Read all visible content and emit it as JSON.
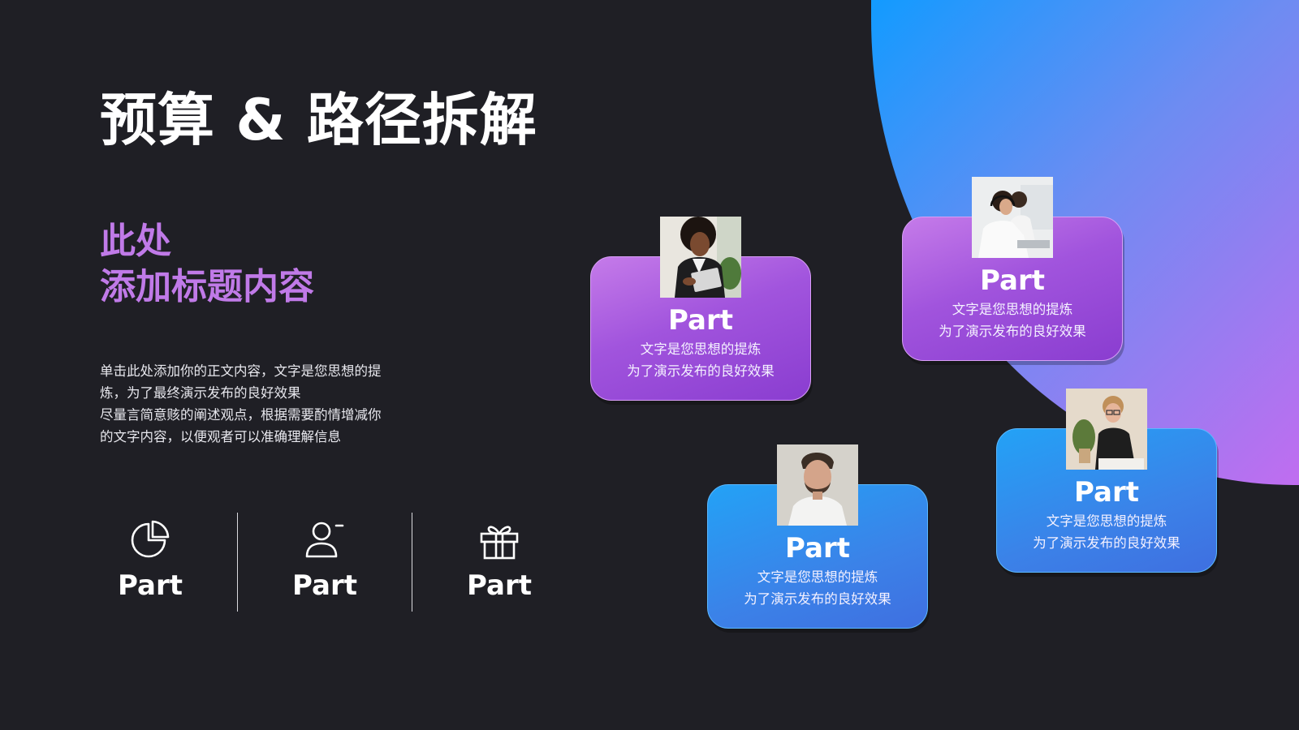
{
  "slide": {
    "title": "预算 & 路径拆解",
    "subtitle": [
      "此处",
      "添加标题内容"
    ],
    "body": [
      "单击此处添加你的正文内容，文字是您思想的提",
      "炼，为了最终演示发布的良好效果",
      "尽量言简意赅的阐述观点，根据需要酌情增减你",
      "的文字内容，以便观者可以准确理解信息"
    ],
    "icons": [
      {
        "icon": "pie-chart-icon",
        "label": "Part"
      },
      {
        "icon": "user-minus-icon",
        "label": "Part"
      },
      {
        "icon": "gift-icon",
        "label": "Part"
      }
    ],
    "cards": [
      {
        "title": "Part",
        "lines": [
          "文字是您思想的提炼",
          "为了演示发布的良好效果"
        ],
        "photo": "woman-with-tablet-photo"
      },
      {
        "title": "Part",
        "lines": [
          "文字是您思想的提炼",
          "为了演示发布的良好效果"
        ],
        "photo": "call-center-women-photo"
      },
      {
        "title": "Part",
        "lines": [
          "文字是您思想的提炼",
          "为了演示发布的良好效果"
        ],
        "photo": "bearded-man-photo"
      },
      {
        "title": "Part",
        "lines": [
          "文字是您思想的提炼",
          "为了演示发布的良好效果"
        ],
        "photo": "woman-with-glasses-photo"
      }
    ],
    "colors": {
      "background": "#1f1f25",
      "accent_purple": "#c07ae8",
      "gradient_blue": "#129bff",
      "gradient_purple": "#c06df0"
    }
  }
}
